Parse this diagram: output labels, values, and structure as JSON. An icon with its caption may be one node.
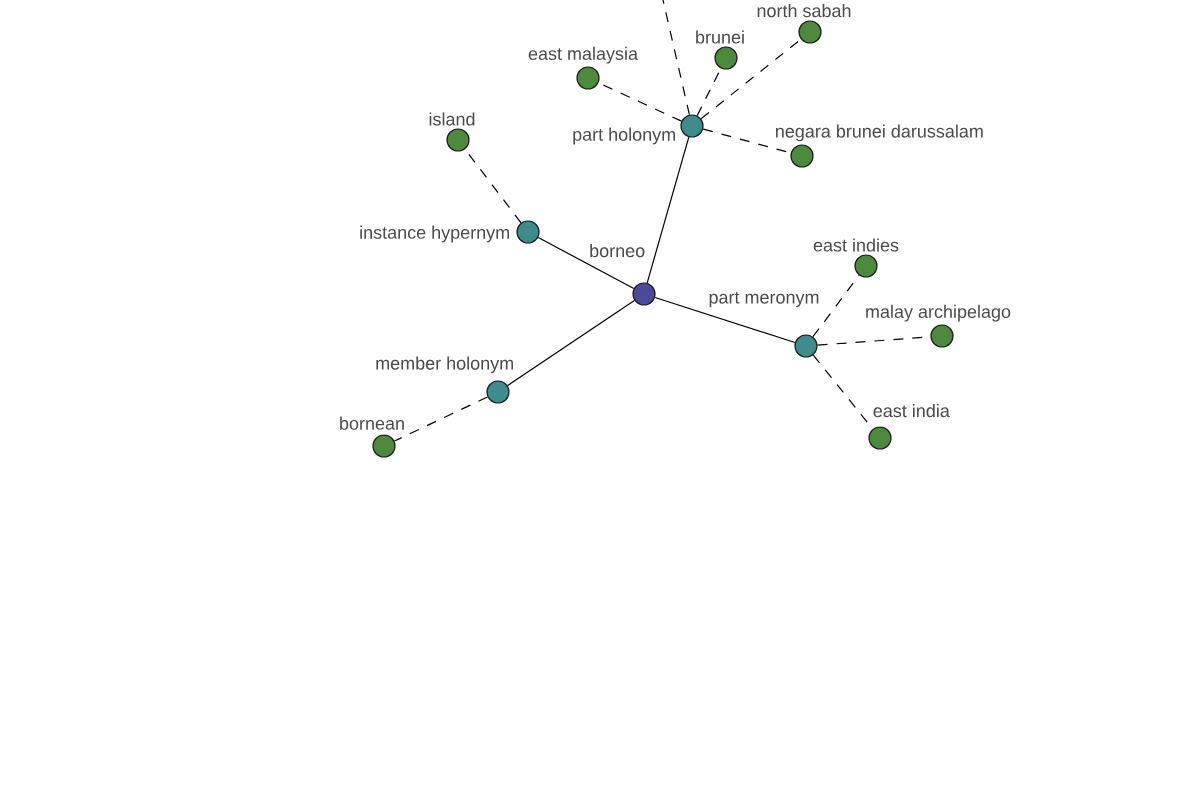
{
  "diagram": {
    "nodes": [
      {
        "text": [
          "north sabah"
        ]
      },
      {
        "text": [
          "brunei"
        ]
      },
      {
        "text": [
          "east malaysia"
        ]
      },
      {
        "text": [
          "part holonym"
        ]
      },
      {
        "text": [
          "island"
        ]
      },
      {
        "text": [
          "negara brunei darussalam"
        ]
      },
      {
        "text": [
          "instance hypernym"
        ]
      },
      {
        "text": [
          "east indies"
        ]
      },
      {
        "text": [
          "borneo"
        ]
      },
      {
        "text": [
          "malay archipelago"
        ]
      },
      {
        "text": [
          "part meronym"
        ]
      },
      {
        "text": [
          "member holonym"
        ]
      },
      {
        "text": [
          "east india"
        ]
      },
      {
        "text": [
          "bornean"
        ]
      }
    ],
    "edges": [
      {
        "from": 8,
        "to": 6,
        "arrow": "none"
      },
      {
        "from": 8,
        "to": 3,
        "arrow": "none"
      },
      {
        "from": 8,
        "to": 10,
        "arrow": "none"
      },
      {
        "from": 8,
        "to": 11,
        "arrow": "none"
      },
      {
        "from": 6,
        "to": 4,
        "arrow": "none",
        "style": "dashed"
      },
      {
        "from": 3,
        "to": null,
        "arrow": "none",
        "style": "dashed"
      },
      {
        "from": 3,
        "to": 2,
        "arrow": "none",
        "style": "dashed"
      },
      {
        "from": 3,
        "to": 1,
        "arrow": "none",
        "style": "dashed"
      },
      {
        "from": 3,
        "to": 0,
        "arrow": "none",
        "style": "dashed"
      },
      {
        "from": 3,
        "to": 5,
        "arrow": "none",
        "style": "dashed"
      },
      {
        "from": 10,
        "to": 7,
        "arrow": "none",
        "style": "dashed"
      },
      {
        "from": 10,
        "to": 9,
        "arrow": "none",
        "style": "dashed"
      },
      {
        "from": 10,
        "to": 12,
        "arrow": "none",
        "style": "dashed"
      },
      {
        "from": 11,
        "to": 13,
        "arrow": "none",
        "style": "dashed"
      }
    ]
  }
}
